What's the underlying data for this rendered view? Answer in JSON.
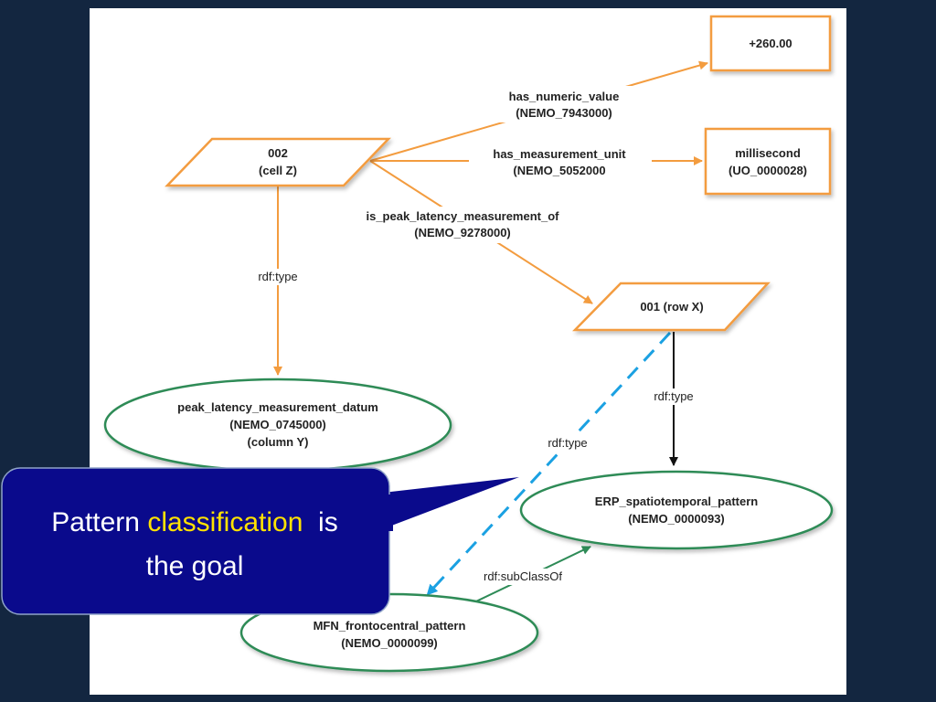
{
  "colors": {
    "background": "#132640",
    "canvas": "#ffffff",
    "orange": "#f39c3f",
    "green": "#2e8b57",
    "blue_dashed": "#1ba1e2",
    "black": "#111111",
    "callout_fill": "#0a0a8c",
    "callout_accent": "#ffe200"
  },
  "nodes": {
    "cell_z": {
      "line1": "002",
      "line2": "(cell Z)"
    },
    "numeric": {
      "line1": "+260.00"
    },
    "unit": {
      "line1": "millisecond",
      "line2": "(UO_0000028)"
    },
    "row_x": {
      "line1": "001 (row X)"
    },
    "peak_latency": {
      "line1": "peak_latency_measurement_datum",
      "line2": "(NEMO_0745000)",
      "line3": "(column Y)"
    },
    "erp": {
      "line1": "ERP_spatiotemporal_pattern",
      "line2": "(NEMO_0000093)"
    },
    "mfn": {
      "line1": "MFN_frontocentral_pattern",
      "line2": "(NEMO_0000099)"
    }
  },
  "edges": {
    "has_numeric_value": {
      "line1": "has_numeric_value",
      "line2": "(NEMO_7943000)"
    },
    "has_measurement_unit": {
      "line1": "has_measurement_unit",
      "line2": "(NEMO_5052000"
    },
    "is_peak_latency": {
      "line1": "is_peak_latency_measurement_of",
      "line2": "(NEMO_9278000)"
    },
    "rdf_type_cell": "rdf:type",
    "rdf_type_row": "rdf:type",
    "rdf_type_dashed": "rdf:type",
    "subclass": "rdf:subClassOf"
  },
  "callout": {
    "before": "Pattern ",
    "highlight": "classification",
    "after": "  is",
    "line2": "the goal"
  }
}
